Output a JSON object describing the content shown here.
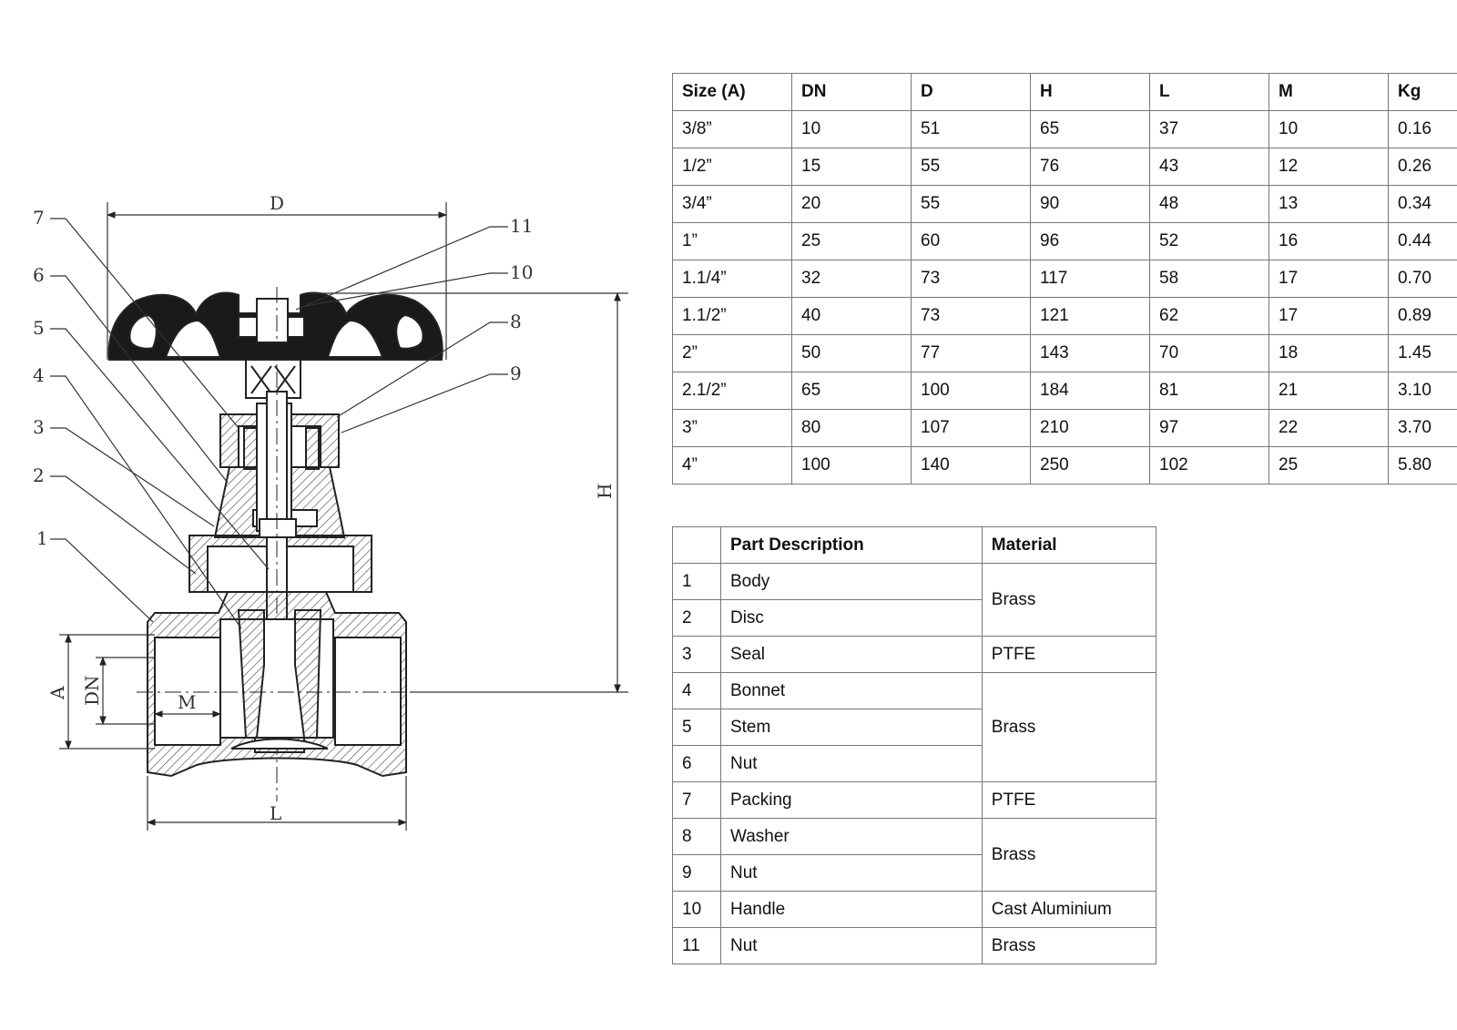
{
  "drawing": {
    "dimensions": {
      "d": "D",
      "h": "H",
      "l": "L",
      "a": "A",
      "dn": "DN",
      "m": "M"
    },
    "callouts": [
      "1",
      "2",
      "3",
      "4",
      "5",
      "6",
      "7",
      "8",
      "9",
      "10",
      "11"
    ]
  },
  "size_table": {
    "headers": [
      "Size (A)",
      "DN",
      "D",
      "H",
      "L",
      "M",
      "Kg"
    ],
    "rows": [
      [
        "3/8”",
        "10",
        "51",
        "65",
        "37",
        "10",
        "0.16"
      ],
      [
        "1/2”",
        "15",
        "55",
        "76",
        "43",
        "12",
        "0.26"
      ],
      [
        "3/4”",
        "20",
        "55",
        "90",
        "48",
        "13",
        "0.34"
      ],
      [
        "1”",
        "25",
        "60",
        "96",
        "52",
        "16",
        "0.44"
      ],
      [
        "1.1/4”",
        "32",
        "73",
        "117",
        "58",
        "17",
        "0.70"
      ],
      [
        "1.1/2”",
        "40",
        "73",
        "121",
        "62",
        "17",
        "0.89"
      ],
      [
        "2”",
        "50",
        "77",
        "143",
        "70",
        "18",
        "1.45"
      ],
      [
        "2.1/2”",
        "65",
        "100",
        "184",
        "81",
        "21",
        "3.10"
      ],
      [
        "3”",
        "80",
        "107",
        "210",
        "97",
        "22",
        "3.70"
      ],
      [
        "4”",
        "100",
        "140",
        "250",
        "102",
        "25",
        "5.80"
      ]
    ]
  },
  "parts_table": {
    "headers": [
      "",
      "Part Description",
      "Material"
    ],
    "rows": [
      {
        "no": "1",
        "desc": "Body"
      },
      {
        "no": "2",
        "desc": "Disc"
      },
      {
        "no": "3",
        "desc": "Seal"
      },
      {
        "no": "4",
        "desc": "Bonnet"
      },
      {
        "no": "5",
        "desc": "Stem"
      },
      {
        "no": "6",
        "desc": "Nut"
      },
      {
        "no": "7",
        "desc": "Packing"
      },
      {
        "no": "8",
        "desc": "Washer"
      },
      {
        "no": "9",
        "desc": "Nut"
      },
      {
        "no": "10",
        "desc": "Handle"
      },
      {
        "no": "11",
        "desc": "Nut"
      }
    ],
    "materials": [
      {
        "label": "Brass",
        "rows": 2
      },
      {
        "label": "PTFE",
        "rows": 1
      },
      {
        "label": "Brass",
        "rows": 3
      },
      {
        "label": "PTFE",
        "rows": 1
      },
      {
        "label": "Brass",
        "rows": 2
      },
      {
        "label": "Cast Aluminium",
        "rows": 1
      },
      {
        "label": "Brass",
        "rows": 1
      }
    ]
  }
}
